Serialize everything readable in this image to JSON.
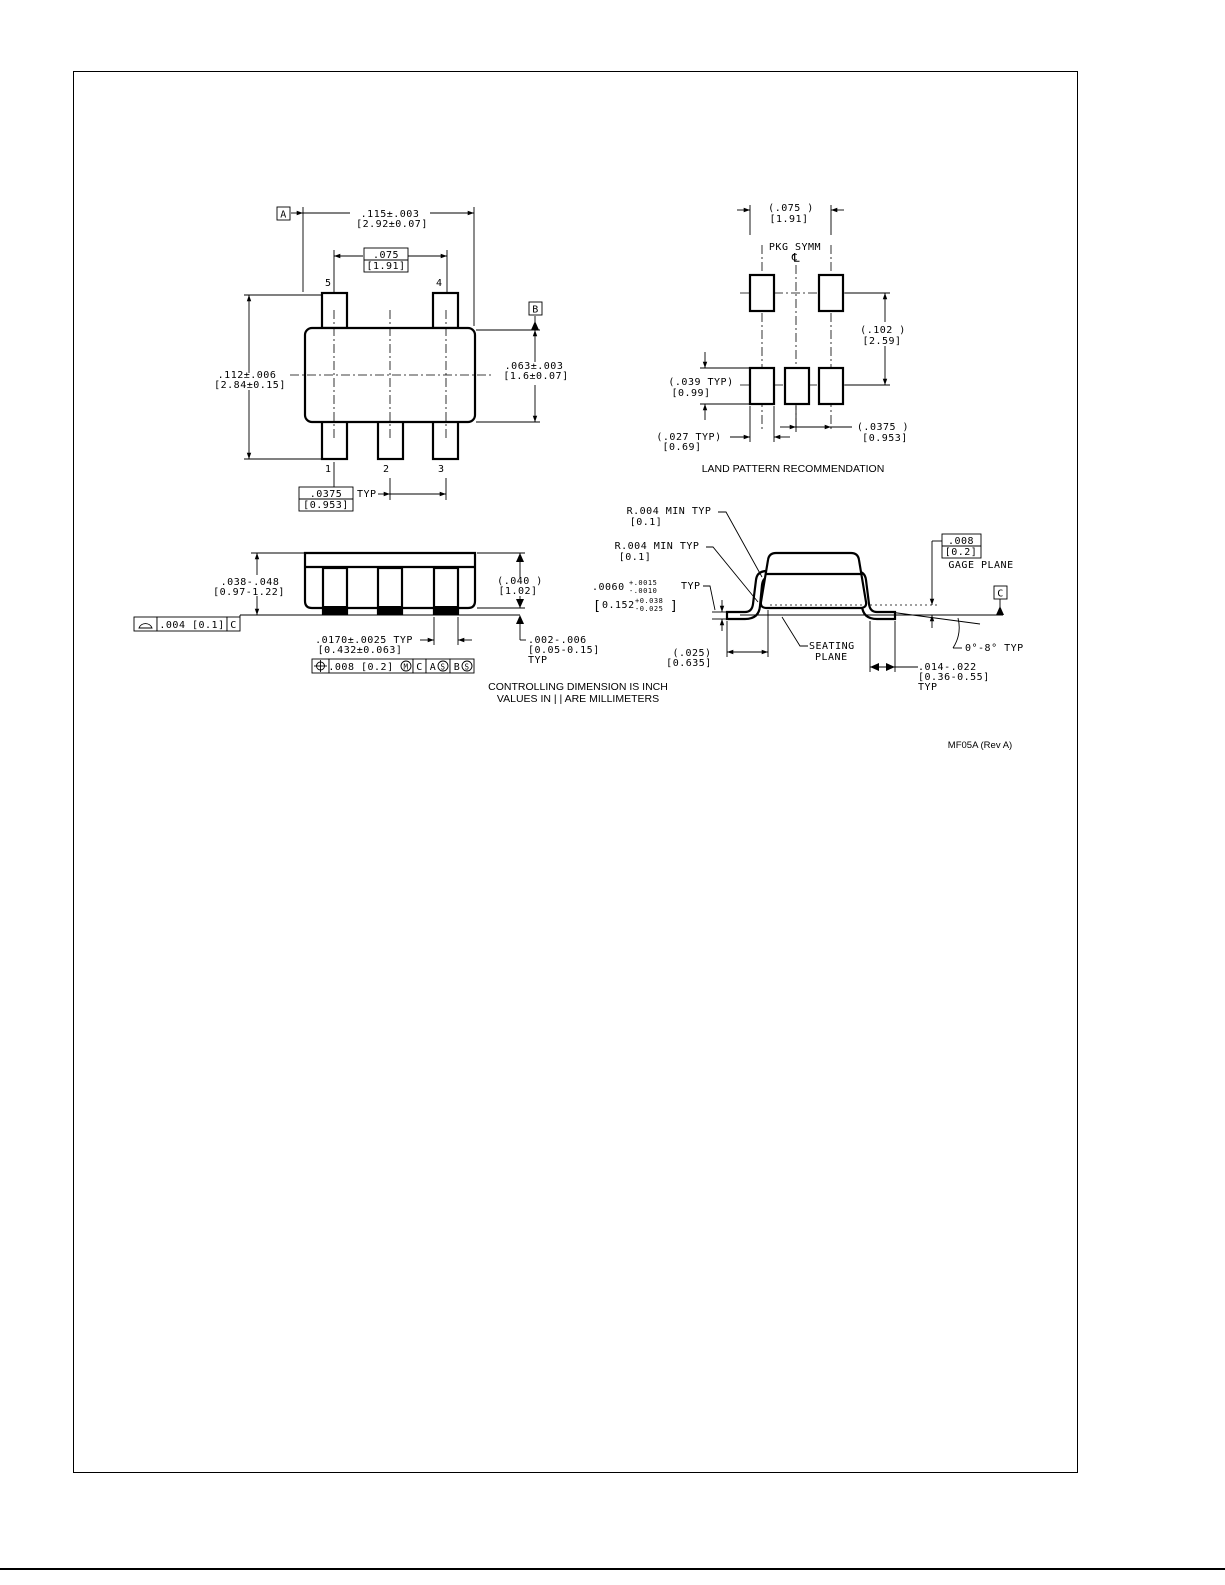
{
  "drawing_id": "MF05A (Rev A)",
  "top_view": {
    "datum_a": "A",
    "datum_b": "B",
    "overall_width": ".115±.003",
    "overall_width_mm": "[2.92±0.07]",
    "pin_span": ".075",
    "pin_span_mm": "[1.91]",
    "overall_length": ".112±.006",
    "overall_length_mm": "[2.84±0.15]",
    "body_width": ".063±.003",
    "body_width_mm": "[1.6±0.07]",
    "pitch": ".0375",
    "pitch_mm": "[0.953]",
    "pitch_typ": "TYP",
    "pin_labels": [
      "1",
      "2",
      "3",
      "4",
      "5"
    ]
  },
  "land_pattern": {
    "title": "LAND PATTERN RECOMMENDATION",
    "pkg_symm": "PKG SYMM",
    "centerline_symbol": "℄",
    "pad_span": "(.075   )",
    "pad_span_mm": "[1.91]",
    "row_span": "(.102   )",
    "row_span_mm": "[2.59]",
    "pad_length": "(.039  TYP)",
    "pad_length_mm": "[0.99]",
    "pad_width": "(.027  TYP)",
    "pad_width_mm": "[0.69]",
    "pad_pitch": "(.0375   )",
    "pad_pitch_mm": "[0.953]"
  },
  "front_view": {
    "height": ".038-.048",
    "height_mm": "[0.97-1.22]",
    "body_height": "(.040   )",
    "body_height_mm": "[1.02]",
    "standoff": ".002-.006",
    "standoff_mm": "[0.05-0.15]",
    "standoff_typ": "TYP",
    "lead_width": ".0170±.0025   TYP",
    "lead_width_mm": "[0.432±0.063]",
    "flatness_value": ".004 [0.1]",
    "flatness_datum": "C",
    "position_value": ".008 [0.2]",
    "position_mod": "M",
    "position_datums": [
      "C",
      "A",
      "S",
      "B",
      "S"
    ]
  },
  "side_view": {
    "radius_outer": "R.004   MIN TYP",
    "radius_outer_mm": "[0.1]",
    "radius_inner": "R.004   MIN TYP",
    "radius_inner_mm": "[0.1]",
    "lead_thickness": ".0060",
    "lead_thickness_tol_plus": "+.0015",
    "lead_thickness_tol_minus": "-.0010",
    "lead_thickness_typ": "TYP",
    "lead_thickness_mm": "0.152",
    "lead_thickness_mm_tol_plus": "+0.038",
    "lead_thickness_mm_tol_minus": "-0.025",
    "gage": ".008",
    "gage_mm": "[0.2]",
    "gage_plane": "GAGE PLANE",
    "datum_c": "C",
    "foot_length": "(.025)",
    "foot_length_mm": "[0.635]",
    "seating_plane_1": "SEATING",
    "seating_plane_2": "PLANE",
    "angle": "0°-8°  TYP",
    "lead_length": ".014-.022",
    "lead_length_mm": "[0.36-0.55]",
    "lead_length_typ": "TYP"
  },
  "notes": {
    "line1": "CONTROLLING DIMENSION IS INCH",
    "line2": "VALUES IN |  | ARE MILLIMETERS"
  }
}
